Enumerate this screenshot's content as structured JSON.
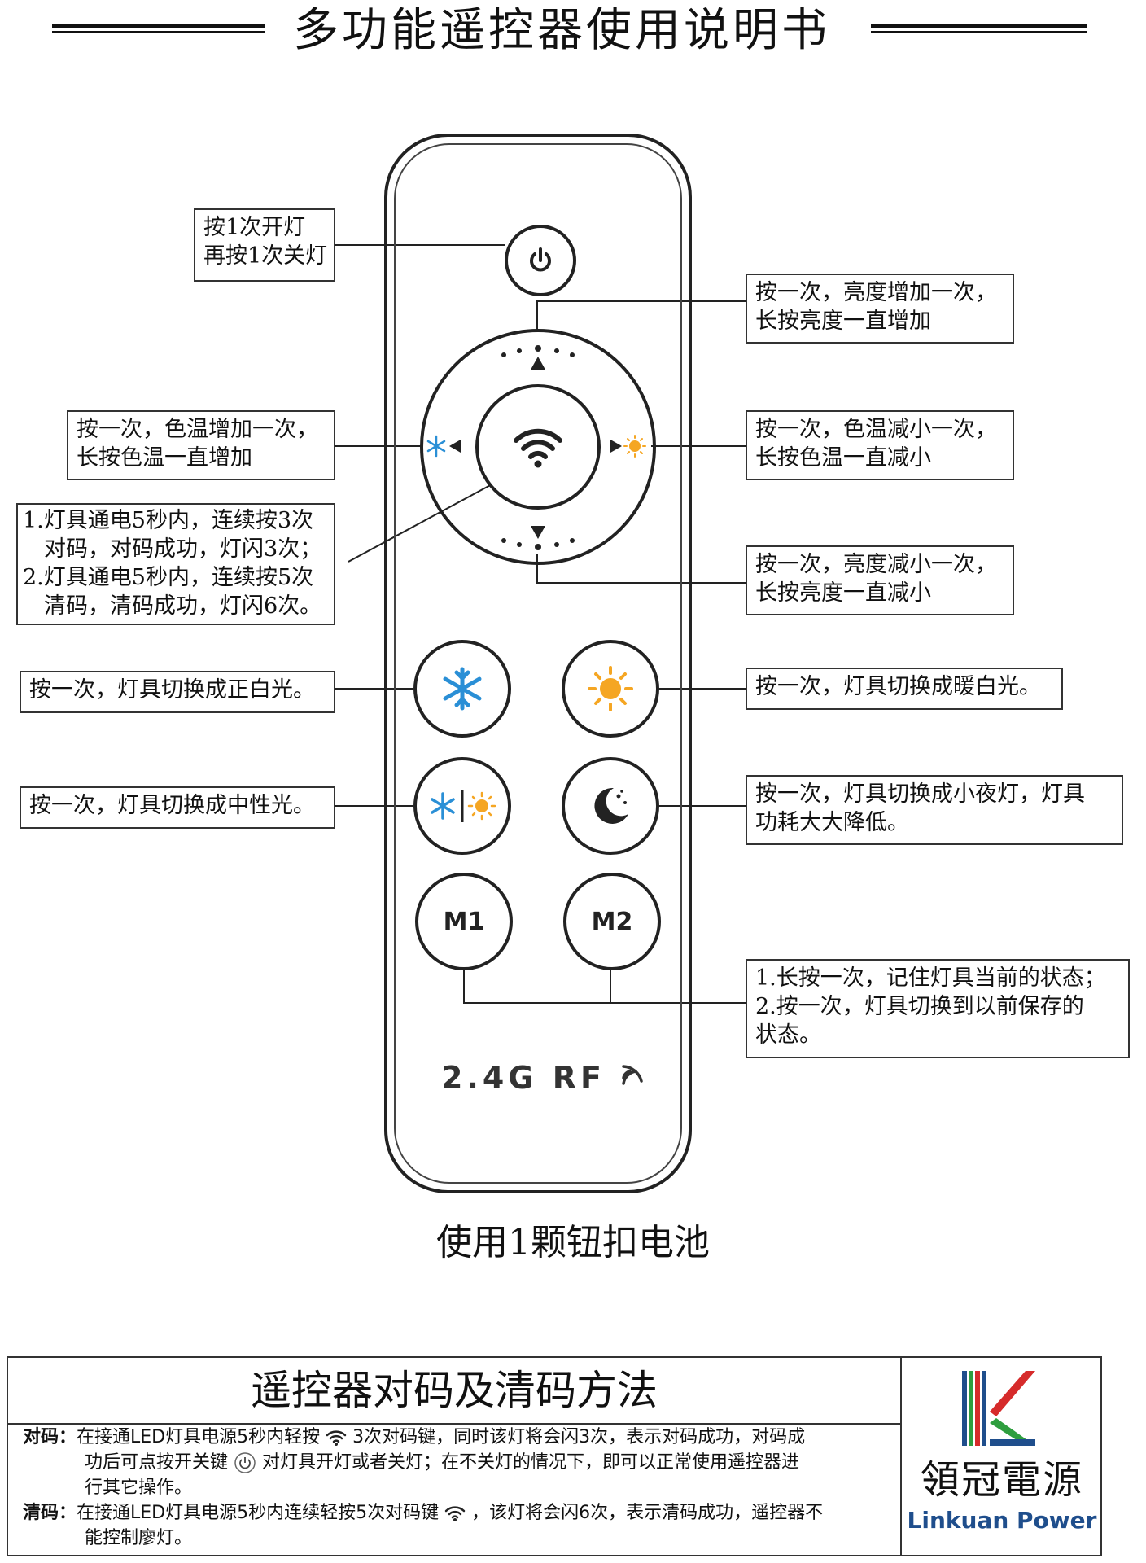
{
  "title": "多功能遥控器使用说明书",
  "remote": {
    "m1_label": "M1",
    "m2_label": "M2",
    "rf_label": "2.4G RF"
  },
  "callouts": {
    "power": [
      "按1次开灯",
      "再按1次关灯"
    ],
    "brightness_up": [
      "按一次，亮度增加一次，",
      "长按亮度一直增加"
    ],
    "color_temp_up": [
      "按一次，色温增加一次，",
      "长按色温一直增加"
    ],
    "color_temp_down": [
      "按一次，色温减小一次，",
      "长按色温一直减小"
    ],
    "pairing": [
      "1.灯具通电5秒内，连续按3次",
      "对码，对码成功，灯闪3次；",
      "2.灯具通电5秒内，连续按5次",
      "清码，清码成功，灯闪6次。"
    ],
    "brightness_down": [
      "按一次，亮度减小一次，",
      "长按亮度一直减小"
    ],
    "cool_white": "按一次，灯具切换成正白光。",
    "warm_white": "按一次，灯具切换成暖白光。",
    "neutral": "按一次，灯具切换成中性光。",
    "night_light": [
      "按一次，灯具切换成小夜灯，灯具",
      "功耗大大降低。"
    ],
    "memory": [
      "1.长按一次，记住灯具当前的状态；",
      "2.按一次，灯具切换到以前保存的",
      "状态。"
    ]
  },
  "battery_note": "使用1颗钮扣电池",
  "bottom": {
    "title": "遥控器对码及清码方法",
    "pair_key": "对码：",
    "pair_1a": "在接通LED灯具电源5秒内轻按",
    "pair_1b": "3次对码键，同时该灯将会闪3次，表示对码成功，对码成",
    "pair_2a": "功后可点按开关键",
    "pair_2b": "对灯具开灯或者关灯；在不关灯的情况下，即可以正常使用遥控器进",
    "pair_3": "行其它操作。",
    "clear_key": "清码：",
    "clear_1a": "在接通LED灯具电源5秒内连续轻按5次对码键",
    "clear_1b": "，该灯将会闪6次，表示清码成功，遥控器不",
    "clear_2": "能控制廖灯。"
  },
  "logo": {
    "name": "領冠電源",
    "sub": "Linkuan Power",
    "colors": [
      "#1f4e8c",
      "#2e9e3e",
      "#d62b2b"
    ]
  }
}
